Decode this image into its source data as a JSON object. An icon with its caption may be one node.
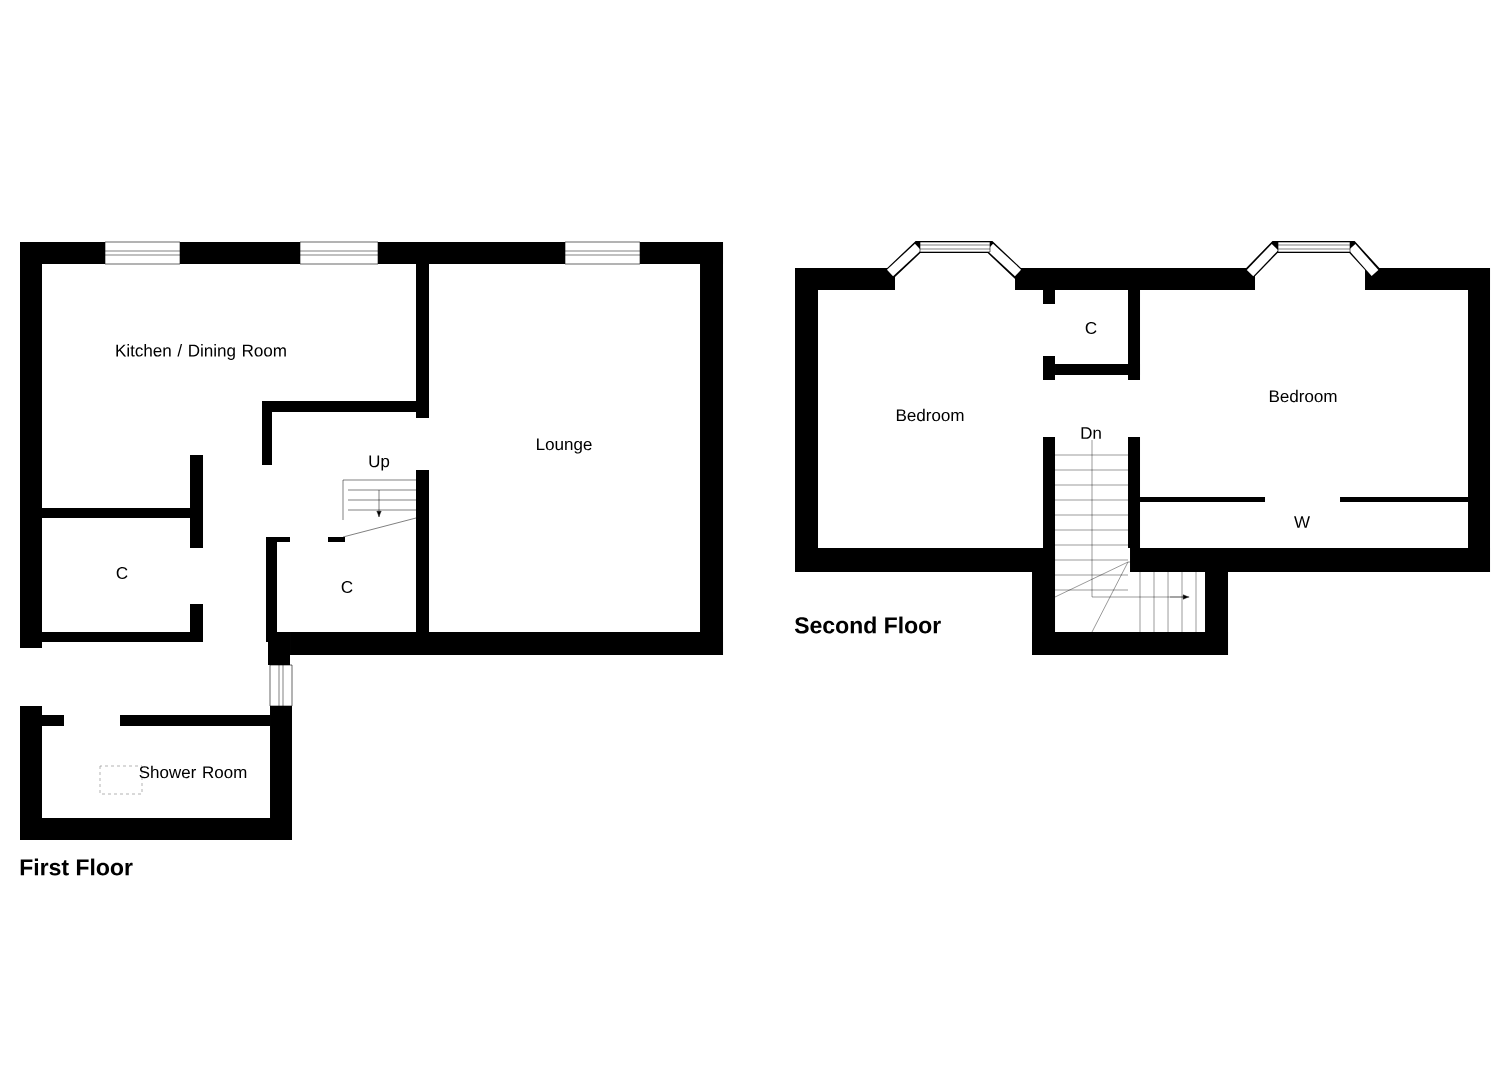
{
  "diagram": {
    "labels": [
      "Kitchen / Dining Room",
      "Up",
      "Lounge",
      "C",
      "C",
      "Shower Room",
      "First Floor",
      "Bedroom",
      "C",
      "Bedroom",
      "Dn",
      "W",
      "Second Floor"
    ]
  }
}
